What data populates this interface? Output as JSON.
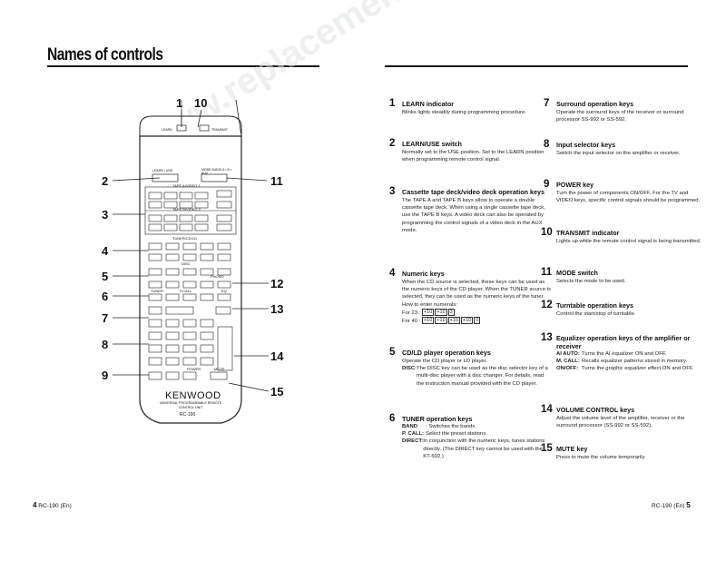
{
  "page_title": "Names of controls",
  "watermark": "www.replacementremotes.com",
  "footer_left": {
    "num": "4",
    "text": "RC-190 (En)"
  },
  "footer_right": {
    "num": "5",
    "text": "RC-190 (En)"
  },
  "remote": {
    "brand": "KENWOOD",
    "subtitle": "UNIVERSAL PROGRAMMABLE REMOTE CONTROL UNIT",
    "model": "RC-190",
    "learn_label": "LEARN",
    "transmit_label": "TRANSMIT",
    "learn_use_label": "LEARN  •  USE",
    "mode_label": "MODE AUDIO A • B • AUX",
    "tape_ab": "TAPE A/VIDEO 1",
    "tape_b": "TAPE B/VIDEO 2",
    "tuner_cd": "TUNER/CD/LD",
    "disc": "DISC",
    "phono": "PHONO",
    "tuner": "TUNER",
    "pcall": "P.CALL",
    "eq": "EQ",
    "power": "POWER",
    "mute": "MUTE"
  },
  "callouts": [
    "1",
    "10",
    "2",
    "11",
    "3",
    "4",
    "5",
    "12",
    "6",
    "13",
    "7",
    "8",
    "14",
    "9",
    "15"
  ],
  "items": [
    {
      "n": "1",
      "title": "LEARN indicator",
      "body": "Blinks lights steadily during programming procedure."
    },
    {
      "n": "2",
      "title": "LEARN/USE switch",
      "body": "Normally set to the USE position. Set to the LEARN position when programming remote control signal."
    },
    {
      "n": "3",
      "title": "Cassette tape deck/video deck operation keys",
      "body": "The TAPE A and TAPE B keys allow to operate a double cassette tape deck. When using a single cassette tape deck, use the TAPE B keys. A video deck can also be operated by programming the control signals of a video deck in the AUX mode."
    },
    {
      "n": "4",
      "title": "Numeric keys",
      "body": "When the CD source is selected, these keys can be used as the numeric keys of the CD player. When the TUNER source is selected, they can be used as the numeric keys of the tuner. How to enter numerals:",
      "for23": "For 23 :",
      "for23_keys": [
        "+10",
        "+10",
        "3"
      ],
      "for40": "For 40 :",
      "for40_keys": [
        "+10",
        "+10",
        "+10",
        "+10",
        "0"
      ]
    },
    {
      "n": "5",
      "title": "CD/LD player operation keys",
      "body": "Operate the CD player or LD player.",
      "def_key": "DISC:",
      "def_val": "The DISC key can be used as the disc selector key of a multi-disc player with a disc changer. For details, read the instruction manual provided with the CD player."
    },
    {
      "n": "6",
      "title": "TUNER operation keys",
      "defs": [
        {
          "k": "BAND",
          "v": ": Switches the bands."
        },
        {
          "k": "P. CALL:",
          "v": "Select the preset stations."
        },
        {
          "k": "DIRECT:",
          "v": "In conjunction with the numeric keys, tunes stations directly. (The DIRECT key cannot be used with the KT-592.)"
        }
      ]
    },
    {
      "n": "7",
      "title": "Surround operation keys",
      "body": "Operate the surround keys of the receiver or surround processor SS-992 or SS-592."
    },
    {
      "n": "8",
      "title": "Input selector keys",
      "body": "Switch the input selector on the amplifier or receiver."
    },
    {
      "n": "9",
      "title": "POWER key",
      "body": "Turn the power of components ON/OFF. For the TV and VIDEO keys, specific control signals should be programmed."
    },
    {
      "n": "10",
      "title": "TRANSMIT indicator",
      "body": "Lights up while the remote control signal is being transmitted."
    },
    {
      "n": "11",
      "title": "MODE switch",
      "body": "Selects the mode to be used."
    },
    {
      "n": "12",
      "title": "Turntable operation keys",
      "body": "Control the start/stop of turntable."
    },
    {
      "n": "13",
      "title": "Equalizer operation keys of the amplifier or receiver",
      "defs": [
        {
          "k": "AI AUTO:",
          "v": "Turns the AI equalizer ON and OFF."
        },
        {
          "k": "M. CALL:",
          "v": "Recalls equalizer patterns stored in memory."
        },
        {
          "k": "ON/OFF:",
          "v": "Turns the graphic equalizer effect ON and OFF."
        }
      ]
    },
    {
      "n": "14",
      "title": "VOLUME CONTROL keys",
      "body": "Adjust the volume level of the amplifier, receiver or the surround processor (SS-992 or SS-592)."
    },
    {
      "n": "15",
      "title": "MUTE key",
      "body": "Press to mute the volume temporarily."
    }
  ]
}
